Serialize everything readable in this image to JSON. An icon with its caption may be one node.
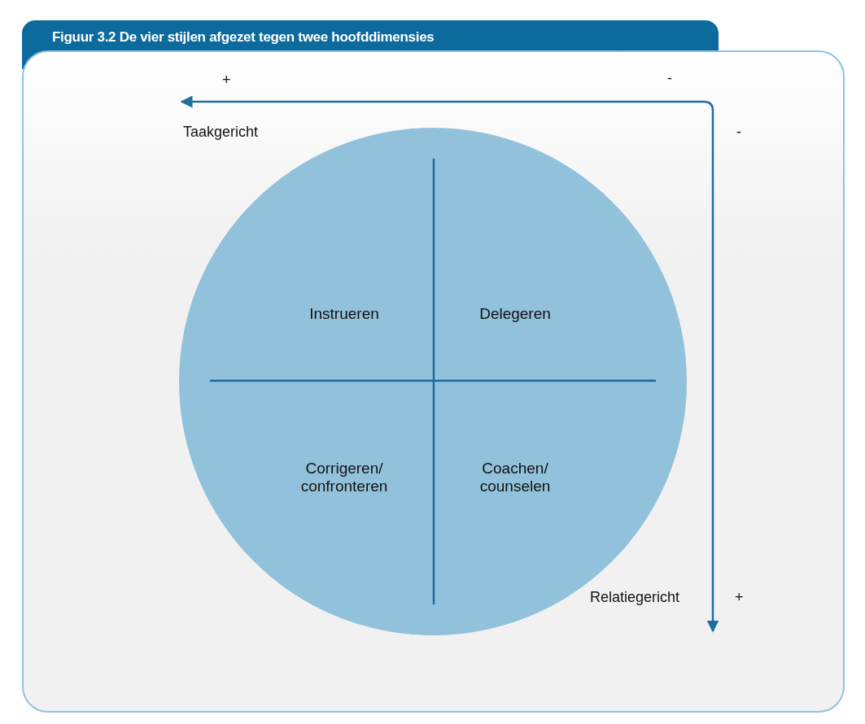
{
  "diagram": {
    "title": "Figuur 3.2 De vier stijlen afgezet tegen twee hoofddimensies",
    "nodes": [
      {
        "text": [
          "Instrueren",
          "Delegeren",
          "Corrigeren/ confronteren",
          "Coachen/ counselen"
        ]
      }
    ],
    "labels": [
      "+",
      "-",
      "Taakgericht",
      "-",
      "Relatiegericht",
      "+"
    ]
  }
}
